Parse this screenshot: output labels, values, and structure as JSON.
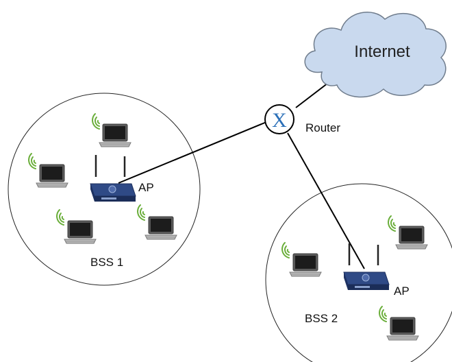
{
  "internet": {
    "label": "Internet"
  },
  "router": {
    "symbol": "X",
    "label": "Router"
  },
  "bss1": {
    "label": "BSS 1",
    "ap_label": "AP"
  },
  "bss2": {
    "label": "BSS 2",
    "ap_label": "AP"
  },
  "colors": {
    "cloud_fill": "#c9d9ee",
    "cloud_stroke": "#6f7c8c",
    "router_symbol": "#2a6fb8",
    "signal": "#6aae3a",
    "ap_body": "#2f4a86",
    "laptop": "#555555"
  },
  "icons": {
    "laptop": "laptop-icon",
    "wifi": "wifi-signal-icon",
    "router": "router-icon",
    "ap": "access-point-icon",
    "cloud": "cloud-icon"
  }
}
